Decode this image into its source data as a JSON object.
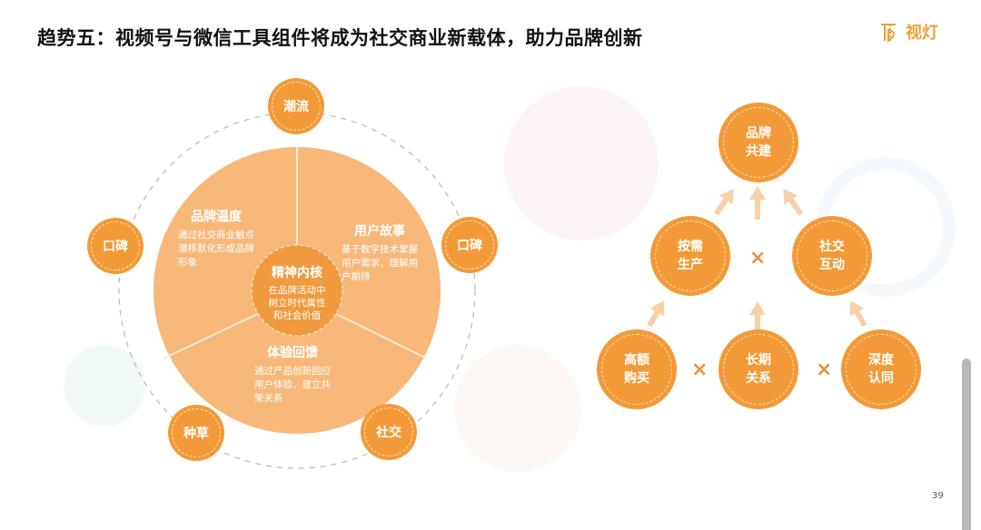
{
  "header": {
    "title": "趋势五：视频号与微信工具组件将成为社交商业新载体，助力品牌创新",
    "logo_text": "视灯",
    "logo_icon": "lamp-icon"
  },
  "left_diagram": {
    "core": {
      "title": "精神内核",
      "desc": "在品牌活动中\n树立时代属性\n和社会价值"
    },
    "segments": [
      {
        "title": "品牌温度",
        "desc": "通过社交商业触点\n潜移默化形成品牌\n形象"
      },
      {
        "title": "用户故事",
        "desc": "基于数字技术掌握\n用户需求，理解用\n户期待"
      },
      {
        "title": "体验回馈",
        "desc": "通过产品创新回应\n用户体验，建立共\n荣关系"
      }
    ],
    "orbit_nodes": [
      "潮流",
      "口碑",
      "口碑",
      "种草",
      "社交"
    ]
  },
  "right_diagram": {
    "top": "品牌\n共建",
    "middle": [
      "按需\n生产",
      "社交\n互动"
    ],
    "bottom": [
      "高额\n购买",
      "长期\n关系",
      "深度\n认同"
    ],
    "operator": "×"
  },
  "colors": {
    "node_orange": "#f29a38",
    "segment_orange": "#f7b87a",
    "core_orange": "#f09a40",
    "arrow_peach": "#f8d0a8",
    "logo_orange": "#f0a030"
  },
  "footer": {
    "page_number": "39"
  }
}
